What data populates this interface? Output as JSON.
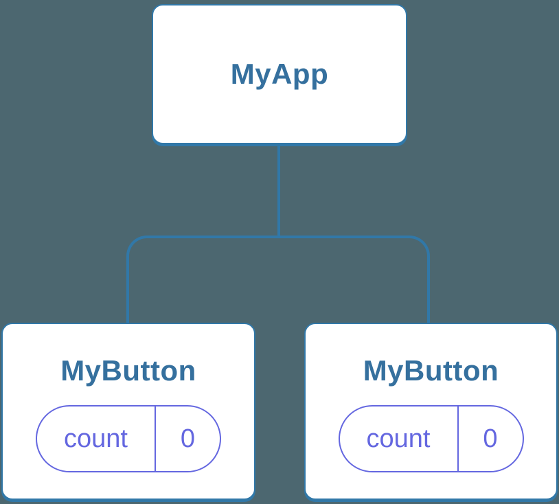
{
  "colors": {
    "background": "#4C6770",
    "connector": "#3178A8",
    "node_label": "#35709E",
    "state_accent": "#6467E0",
    "node_bg": "#FFFFFF"
  },
  "tree": {
    "root": {
      "label": "MyApp"
    },
    "children": [
      {
        "label": "MyButton",
        "state": {
          "name": "count",
          "value": "0"
        }
      },
      {
        "label": "MyButton",
        "state": {
          "name": "count",
          "value": "0"
        }
      }
    ]
  }
}
